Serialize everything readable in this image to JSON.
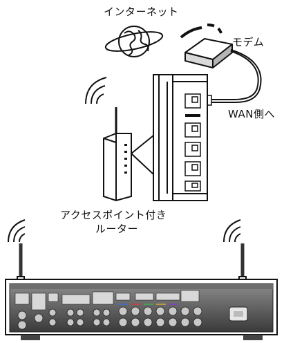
{
  "labels": {
    "internet": "インターネット",
    "modem": "モデム",
    "wan": "WAN側へ",
    "router_line1": "アクセスポイント付き",
    "router_line2": "ルーター"
  }
}
